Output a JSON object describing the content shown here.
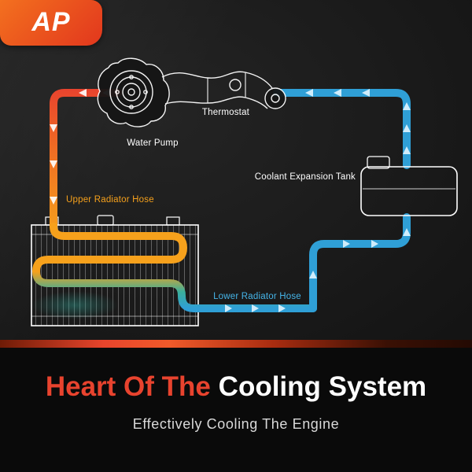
{
  "logo": {
    "text": "AP"
  },
  "diagram": {
    "labels": {
      "water_pump": "Water Pump",
      "thermostat": "Thermostat",
      "coolant_expansion_tank": "Coolant Expansion Tank",
      "upper_radiator_hose": "Upper Radiator Hose",
      "lower_radiator_hose": "Lower Radiator Hose"
    },
    "colors": {
      "hot_pipe": "#e8432e",
      "warm_pipe": "#f6a11c",
      "cold_pipe": "#2f9fd6",
      "upper_hose_label": "#f6a11c",
      "lower_hose_label": "#45b4e8",
      "line_art": "#ffffff"
    }
  },
  "footer": {
    "title_accent": "Heart Of The",
    "title_main": "Cooling System",
    "subtitle": "Effectively Cooling The Engine",
    "accent_color": "#e8432e"
  }
}
